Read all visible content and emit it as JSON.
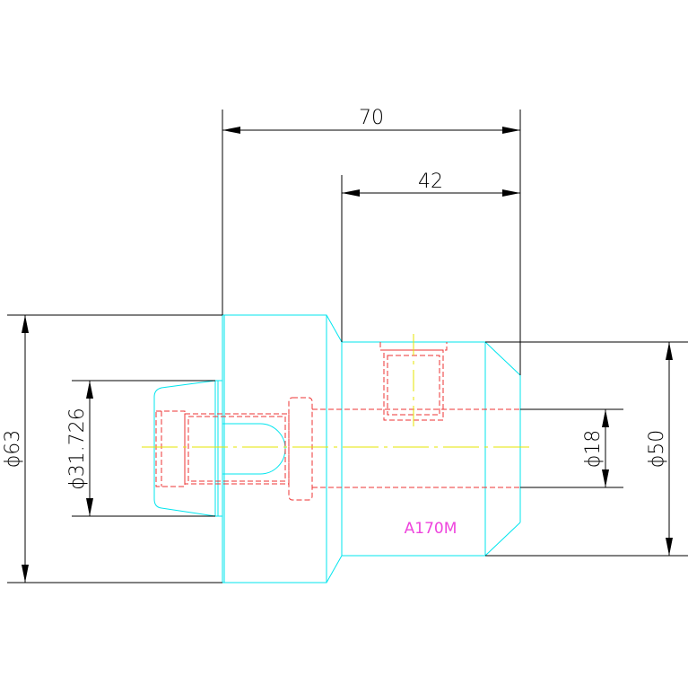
{
  "colors": {
    "background": "#ffffff",
    "part_outline": "#00e5ee",
    "hidden_lines": "#ee3333",
    "center_lines": "#e6e600",
    "dimensions": "#000000",
    "label": "#ee44dd"
  },
  "dimensions": {
    "overall_length": "70",
    "step_length": "42",
    "major_diameter": "ϕ63",
    "bore_diameter": "ϕ31.726",
    "hole_diameter": "ϕ18",
    "minor_diameter": "ϕ50"
  },
  "part_label": "A170M"
}
